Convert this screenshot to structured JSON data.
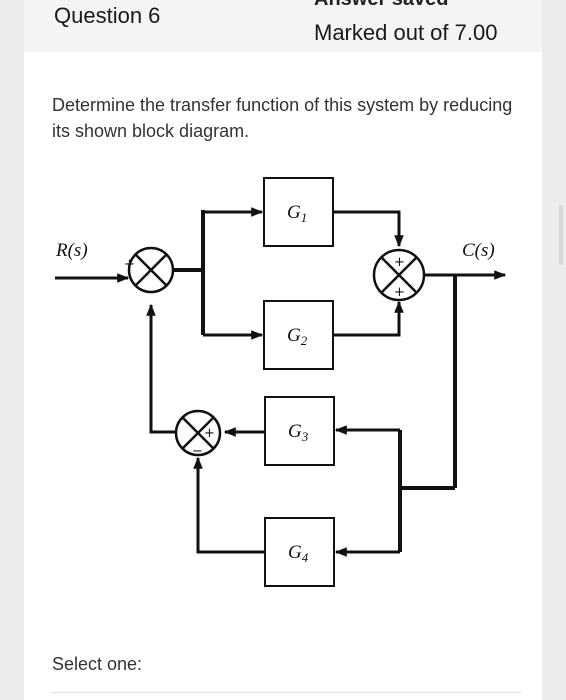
{
  "header": {
    "question_title": "Question 6",
    "status_clipped": "Answer saved",
    "marked_out_of": "Marked out of 7.00"
  },
  "question": {
    "prompt": "Determine the transfer function of this system by reducing its shown block diagram."
  },
  "diagram": {
    "input_label": "R(s)",
    "output_label": "C(s)",
    "blocks": [
      {
        "name": "G",
        "sub": "1"
      },
      {
        "name": "G",
        "sub": "2"
      },
      {
        "name": "G",
        "sub": "3"
      },
      {
        "name": "G",
        "sub": "4"
      }
    ],
    "signs": {
      "s1_top": "+",
      "s1_bottom": "−",
      "s2_top": "+",
      "s2_bottom": "+",
      "s3_right": "+",
      "s3_bottom": "−"
    }
  },
  "answer": {
    "select_label": "Select one:"
  },
  "colors": {
    "background": "#ececec",
    "card": "#ffffff",
    "header": "#f4f4f4",
    "text": "#333333",
    "line": "#111111"
  }
}
